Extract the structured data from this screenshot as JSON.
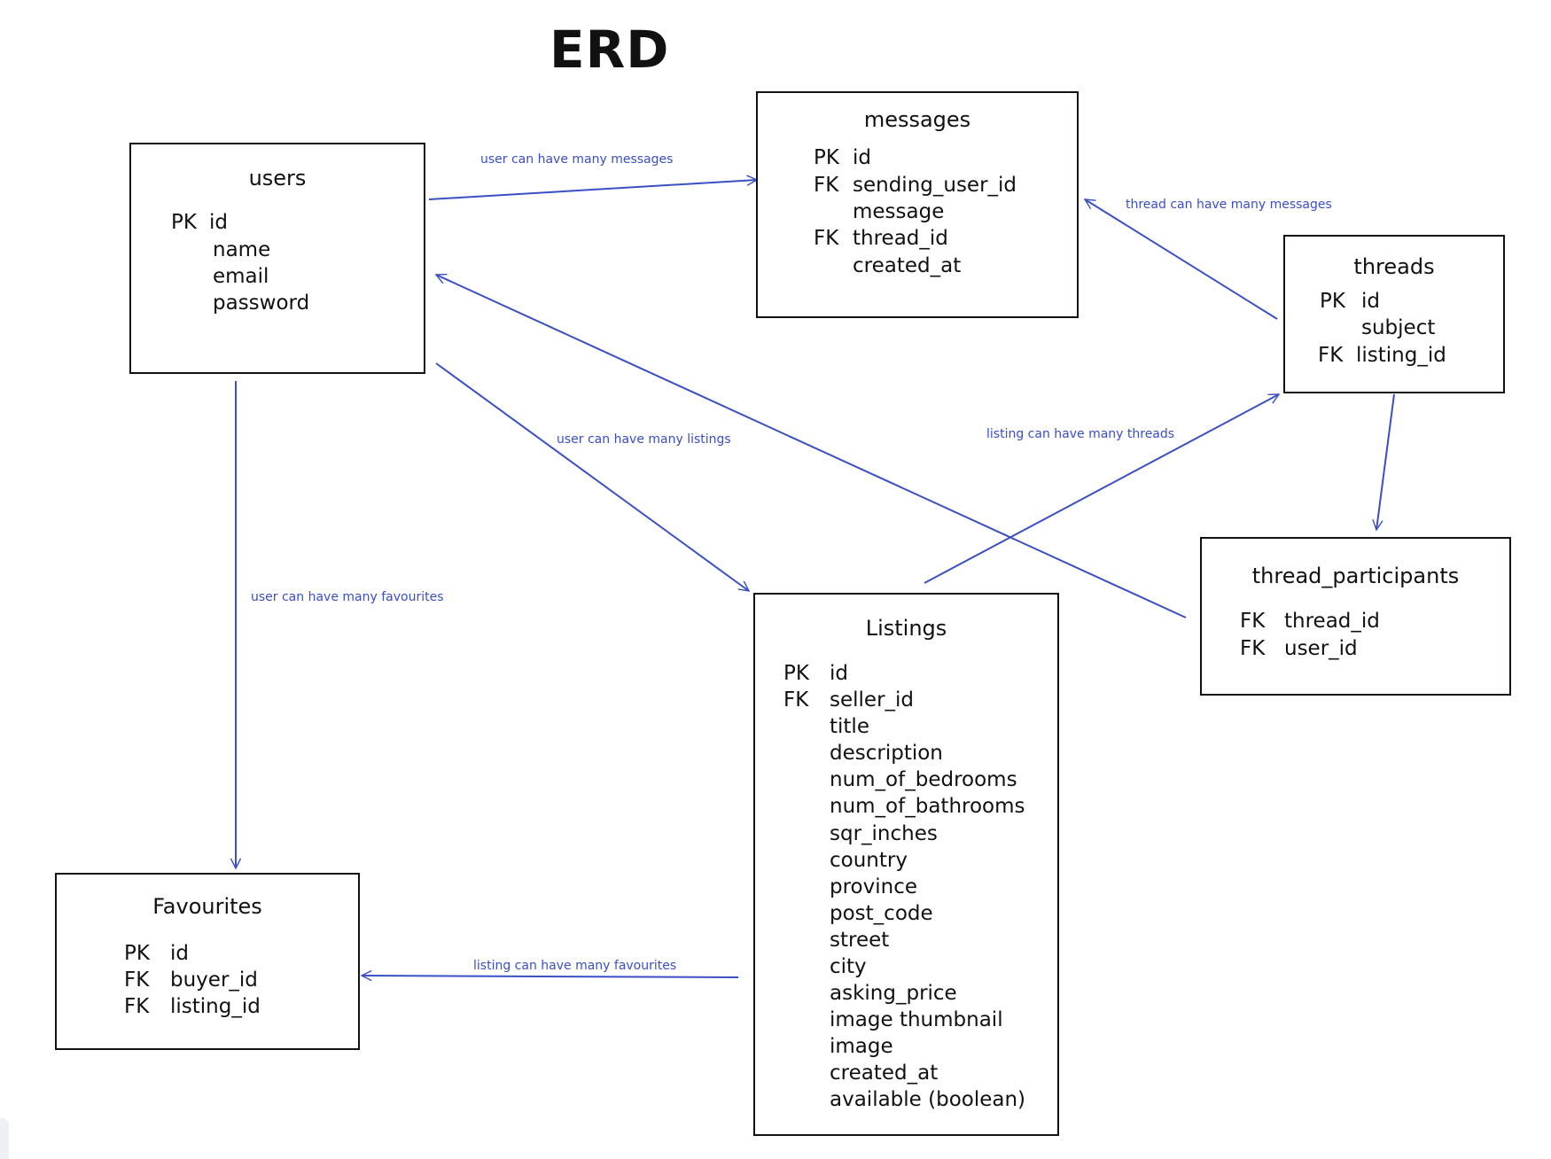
{
  "title": "ERD",
  "colors": {
    "line": "#3a4fc4",
    "ink": "#111111",
    "background": "#ffffff"
  },
  "entities": {
    "users": {
      "name": "users",
      "fields": [
        {
          "key": "PK",
          "name": "id"
        },
        {
          "key": "",
          "name": "name"
        },
        {
          "key": "",
          "name": "email"
        },
        {
          "key": "",
          "name": "password"
        }
      ]
    },
    "messages": {
      "name": "messages",
      "fields": [
        {
          "key": "PK",
          "name": "id"
        },
        {
          "key": "FK",
          "name": "sending_user_id"
        },
        {
          "key": "",
          "name": "message"
        },
        {
          "key": "FK",
          "name": "thread_id"
        },
        {
          "key": "",
          "name": "created_at"
        }
      ]
    },
    "threads": {
      "name": "threads",
      "fields": [
        {
          "key": "PK",
          "name": "id"
        },
        {
          "key": "",
          "name": "subject"
        },
        {
          "key": "FK",
          "name": "listing_id"
        }
      ]
    },
    "thread_participants": {
      "name": "thread_participants",
      "fields": [
        {
          "key": "FK",
          "name": "thread_id"
        },
        {
          "key": "FK",
          "name": "user_id"
        }
      ]
    },
    "listings": {
      "name": "Listings",
      "fields": [
        {
          "key": "PK",
          "name": "id"
        },
        {
          "key": "FK",
          "name": "seller_id"
        },
        {
          "key": "",
          "name": "title"
        },
        {
          "key": "",
          "name": "description"
        },
        {
          "key": "",
          "name": "num_of_bedrooms"
        },
        {
          "key": "",
          "name": "num_of_bathrooms"
        },
        {
          "key": "",
          "name": "sqr_inches"
        },
        {
          "key": "",
          "name": "country"
        },
        {
          "key": "",
          "name": "province"
        },
        {
          "key": "",
          "name": "post_code"
        },
        {
          "key": "",
          "name": "street"
        },
        {
          "key": "",
          "name": "city"
        },
        {
          "key": "",
          "name": "asking_price"
        },
        {
          "key": "",
          "name": "image thumbnail"
        },
        {
          "key": "",
          "name": "image"
        },
        {
          "key": "",
          "name": "created_at"
        },
        {
          "key": "",
          "name": "available (boolean)"
        }
      ]
    },
    "favourites": {
      "name": "Favourites",
      "fields": [
        {
          "key": "PK",
          "name": "id"
        },
        {
          "key": "FK",
          "name": "buyer_id"
        },
        {
          "key": "FK",
          "name": "listing_id"
        }
      ]
    }
  },
  "relationships": {
    "users_messages": "user can have many messages",
    "threads_messages": "thread can have many messages",
    "users_listings": "user can have many listings",
    "listings_threads": "listing can have many threads",
    "users_favourites": "user can have many favourites",
    "listings_favourites": "listing can have many favourites"
  }
}
